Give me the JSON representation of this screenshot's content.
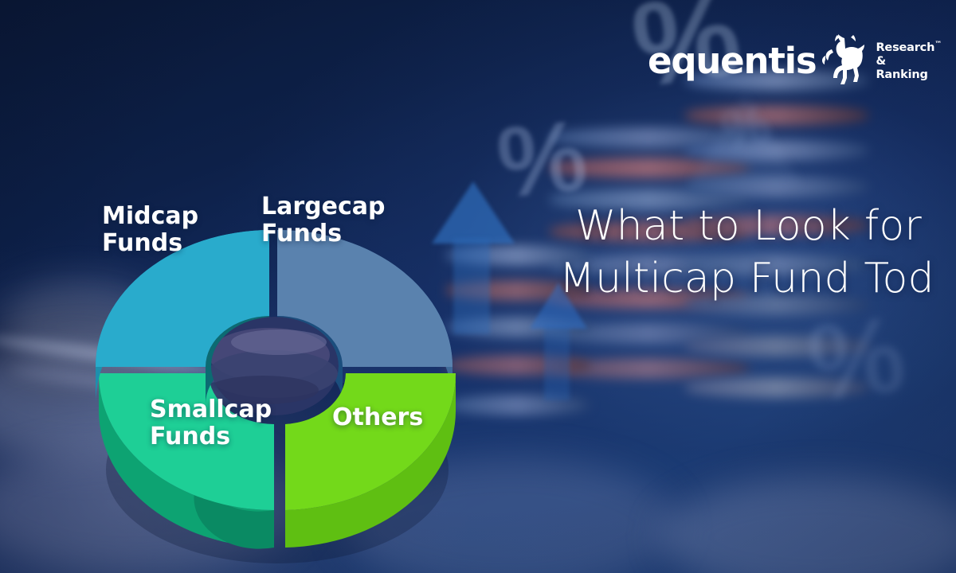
{
  "brand": {
    "wordmark": "equentis",
    "tagline_line1": "Research",
    "tagline_tm": "™",
    "tagline_line2": "&",
    "tagline_line3": "Ranking",
    "bull_icon": "bull-icon"
  },
  "headline": {
    "line1": "What to Look for",
    "line2": "Multicap Fund Tod"
  },
  "background": {
    "percent_symbols": [
      "%",
      "%",
      "%",
      "%"
    ],
    "accent_navy": "#0d2048",
    "accent_blue": "#1b3d77"
  },
  "chart_data": {
    "type": "pie",
    "title": "",
    "variant": "3d-exploded-donut",
    "categories": [
      "Largecap Funds",
      "Others",
      "Smallcap Funds",
      "Midcap Funds"
    ],
    "values": [
      25,
      25,
      25,
      25
    ],
    "labels": [
      "Largecap\nFunds",
      "Others",
      "Smallcap\nFunds",
      "Midcap\nFunds"
    ],
    "colors": [
      "#5A82AE",
      "#73D91A",
      "#1ECF96",
      "#29ABCC"
    ],
    "side_colors": [
      "#3F6A99",
      "#5FBF12",
      "#0DA372",
      "#1E8FAD"
    ],
    "inner_wall_colors": [
      "#1B4E7D",
      "#4FA80E",
      "#0A8A63",
      "#0C6B72"
    ],
    "legend": "on-slice",
    "grid": false,
    "donut_hole_ratio": 0.42
  }
}
